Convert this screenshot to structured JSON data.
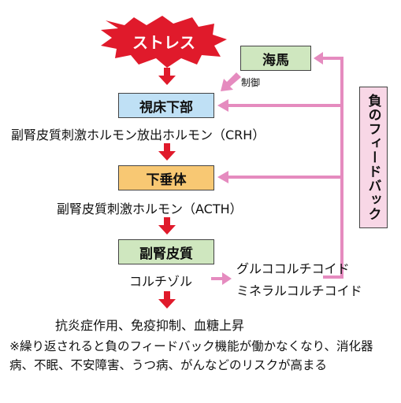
{
  "stress": {
    "label": "ストレス",
    "color": "#e01a2b"
  },
  "hippocampus": {
    "label": "海馬",
    "color": "#cfe7bf"
  },
  "inhibition": {
    "label": "制御"
  },
  "hypothalamus": {
    "label": "視床下部",
    "color": "#bfe0f5"
  },
  "crh": {
    "label": "副腎皮質刺激ホルモン放出ホルモン（CRH）"
  },
  "pituitary": {
    "label": "下垂体",
    "color": "#f8c873"
  },
  "acth": {
    "label": "副腎皮質刺激ホルモン（ACTH）"
  },
  "adrenal_cortex": {
    "label": "副腎皮質",
    "color": "#cfe7bf"
  },
  "cortisol": {
    "label": "コルチゾル"
  },
  "glucocorticoid": {
    "label": "グルココルチコイド"
  },
  "mineralocorticoid": {
    "label": "ミネラルコルチコイド"
  },
  "effects": {
    "label": "抗炎症作用、免疫抑制、血糖上昇"
  },
  "feedback": {
    "label": "負のフィードバック",
    "color": "#f8d7e6"
  },
  "note": {
    "text": "※繰り返されると負のフィードバック機能が働かなくなり、消化器病、不眠、不安障害、うつ病、がんなどのリスクが高まる"
  },
  "colors": {
    "red_arrow": "#e01a2b",
    "pink_arrow": "#e58bbf"
  }
}
